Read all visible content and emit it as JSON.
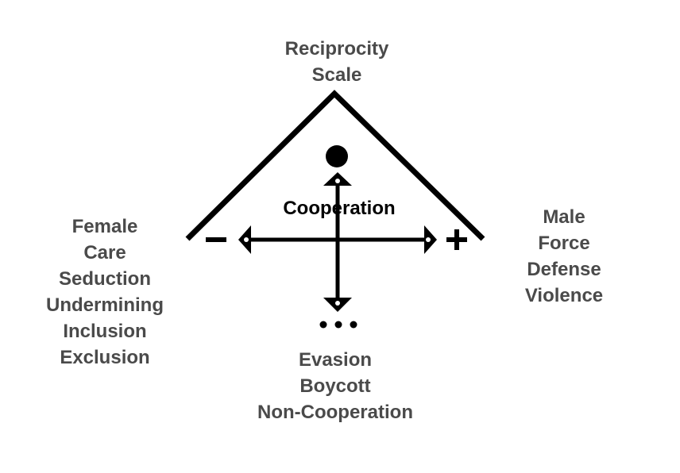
{
  "diagram": {
    "title_lines": [
      "Reciprocity",
      "Scale"
    ],
    "center_label": "Cooperation",
    "left_lines": [
      "Female",
      "Care",
      "Seduction",
      "Undermining",
      "Inclusion",
      "Exclusion"
    ],
    "right_lines": [
      "Male",
      "Force",
      "Defense",
      "Violence"
    ],
    "bottom_lines": [
      "Evasion",
      "Boycott",
      "Non-Cooperation"
    ],
    "left_sign": "minus-sign",
    "right_sign": "plus-sign",
    "top_marker": "filled-circle",
    "bottom_marker": "ellipsis",
    "colors": {
      "label_text": "#4a4a4a",
      "center_text": "#000000",
      "lines": "#000000",
      "background": "#ffffff"
    }
  }
}
